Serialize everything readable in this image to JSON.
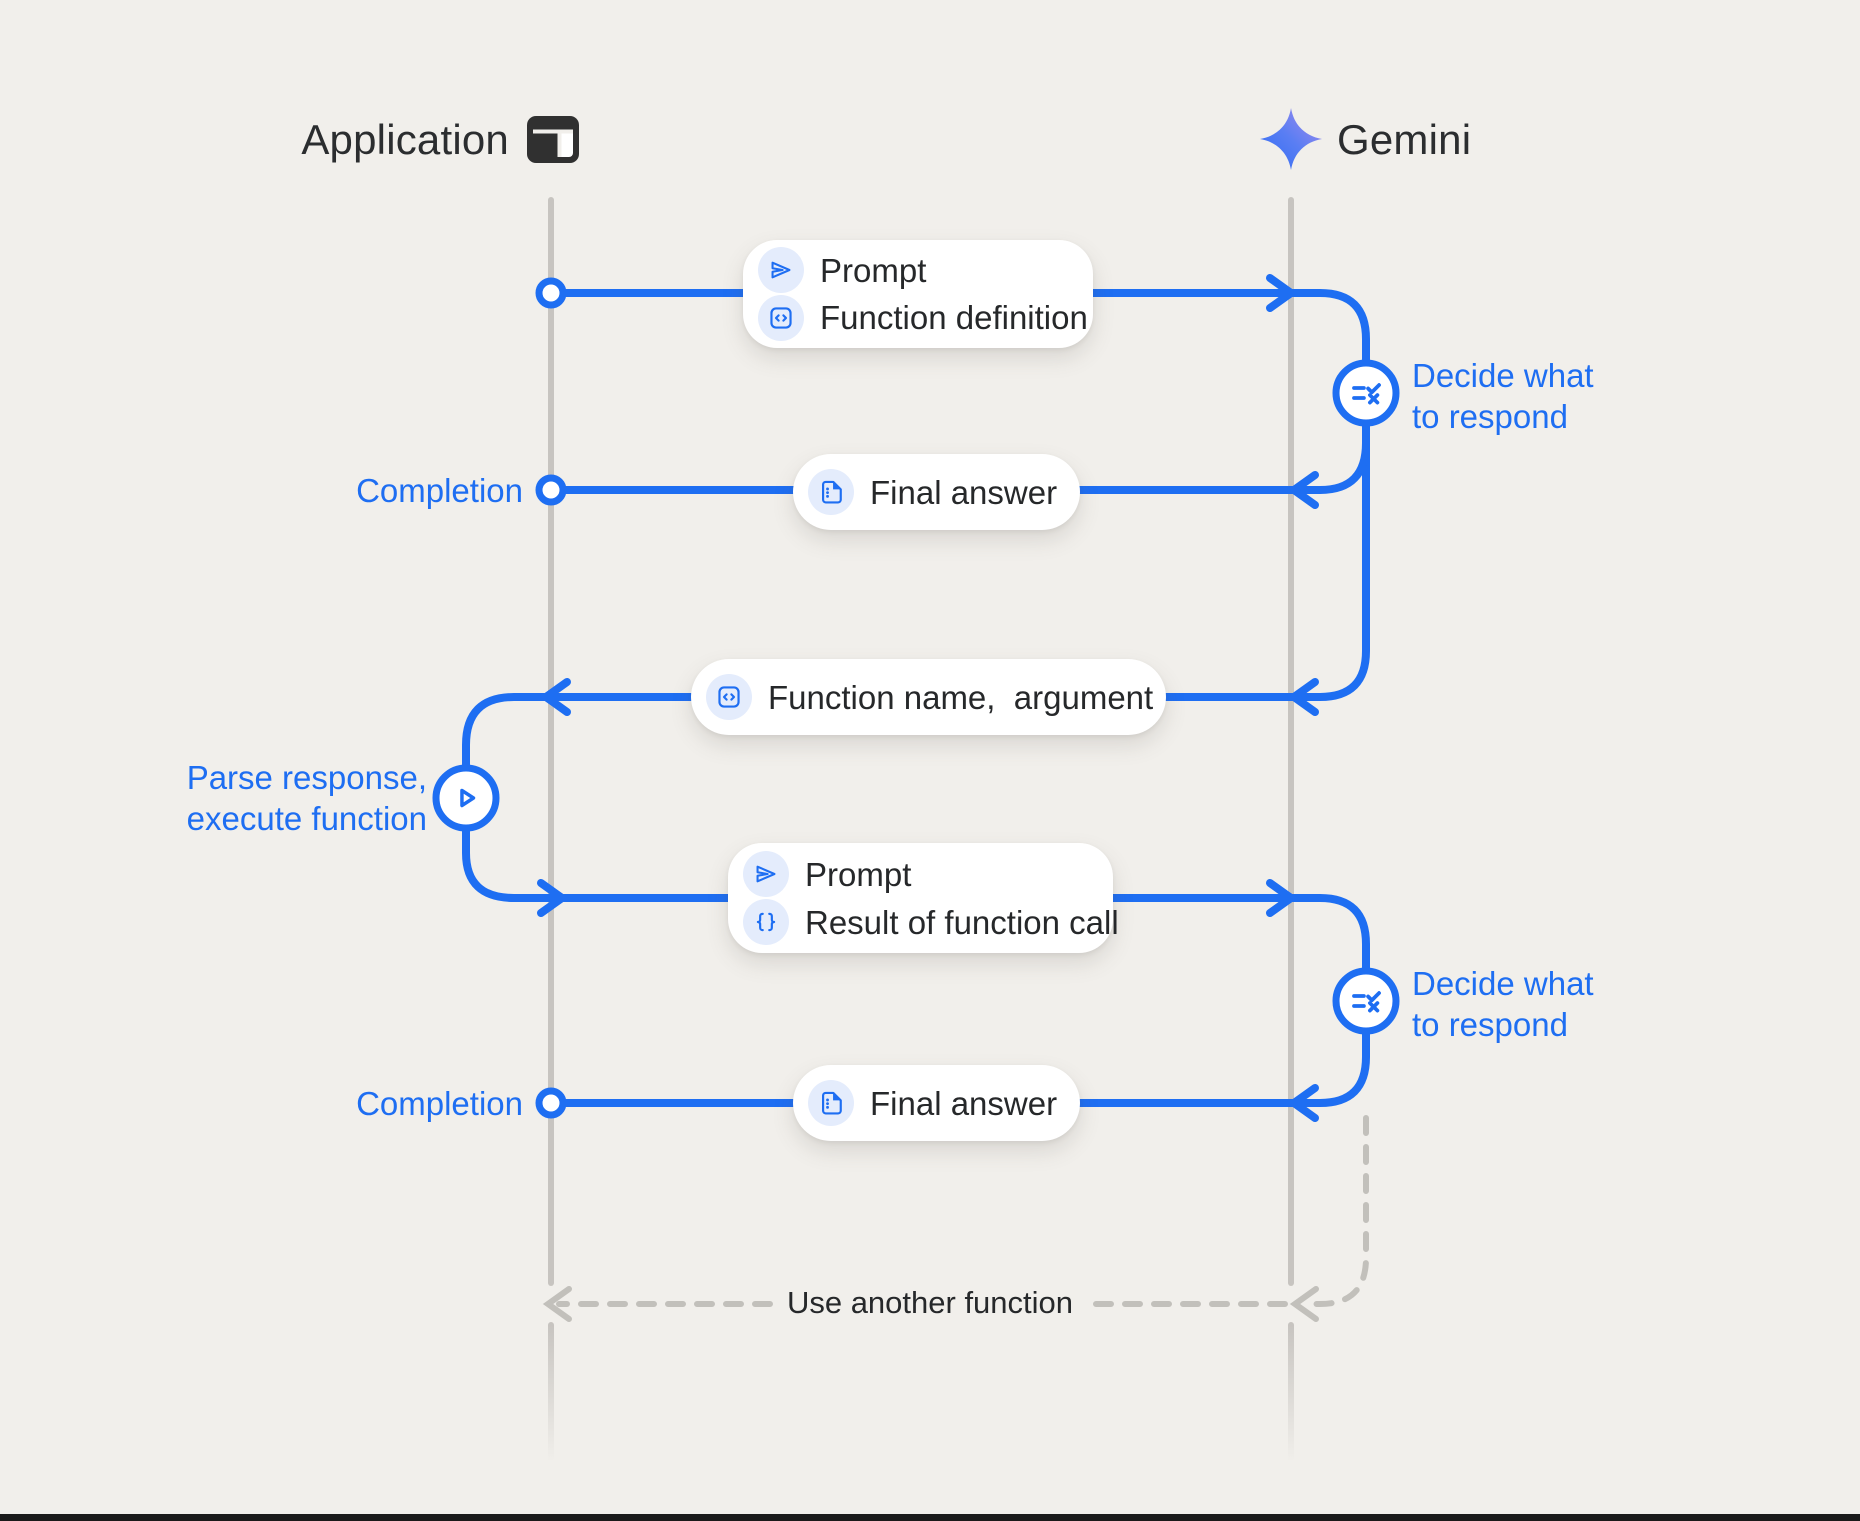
{
  "colors": {
    "blue": "#1e6ef2",
    "dark_text": "#26282a",
    "background": "#f1efeb",
    "lifeline_gray": "#c7c4c0",
    "dashed_gray": "#c2c0bb",
    "icon_chip_bg": "#e4ecfc",
    "card_bg": "#ffffff"
  },
  "header": {
    "application": {
      "label": "Application",
      "icon": "app-window-icon"
    },
    "gemini": {
      "label": "Gemini",
      "icon": "gemini-sparkle-icon"
    }
  },
  "flow": {
    "request_1": {
      "card": {
        "rows": [
          {
            "icon": "send-icon",
            "label": "Prompt"
          },
          {
            "icon": "code-square-icon",
            "label": "Function definition"
          }
        ]
      }
    },
    "decide_1": {
      "icon": "rule-checklist-icon",
      "line1": "Decide what",
      "line2": "to respond"
    },
    "completion_1": {
      "label": "Completion",
      "card": {
        "icon": "document-icon",
        "label": "Final answer"
      }
    },
    "function_call": {
      "card": {
        "icon": "code-square-icon",
        "label": "Function name,  argument"
      }
    },
    "parse": {
      "icon": "play-icon",
      "line1": "Parse response,",
      "line2": "execute function"
    },
    "request_2": {
      "card": {
        "rows": [
          {
            "icon": "send-icon",
            "label": "Prompt"
          },
          {
            "icon": "braces-icon",
            "label": "Result of function call"
          }
        ]
      }
    },
    "decide_2": {
      "icon": "rule-checklist-icon",
      "line1": "Decide what",
      "line2": "to respond"
    },
    "completion_2": {
      "label": "Completion",
      "card": {
        "icon": "document-icon",
        "label": "Final answer"
      }
    },
    "loop": {
      "label": "Use another function"
    }
  }
}
